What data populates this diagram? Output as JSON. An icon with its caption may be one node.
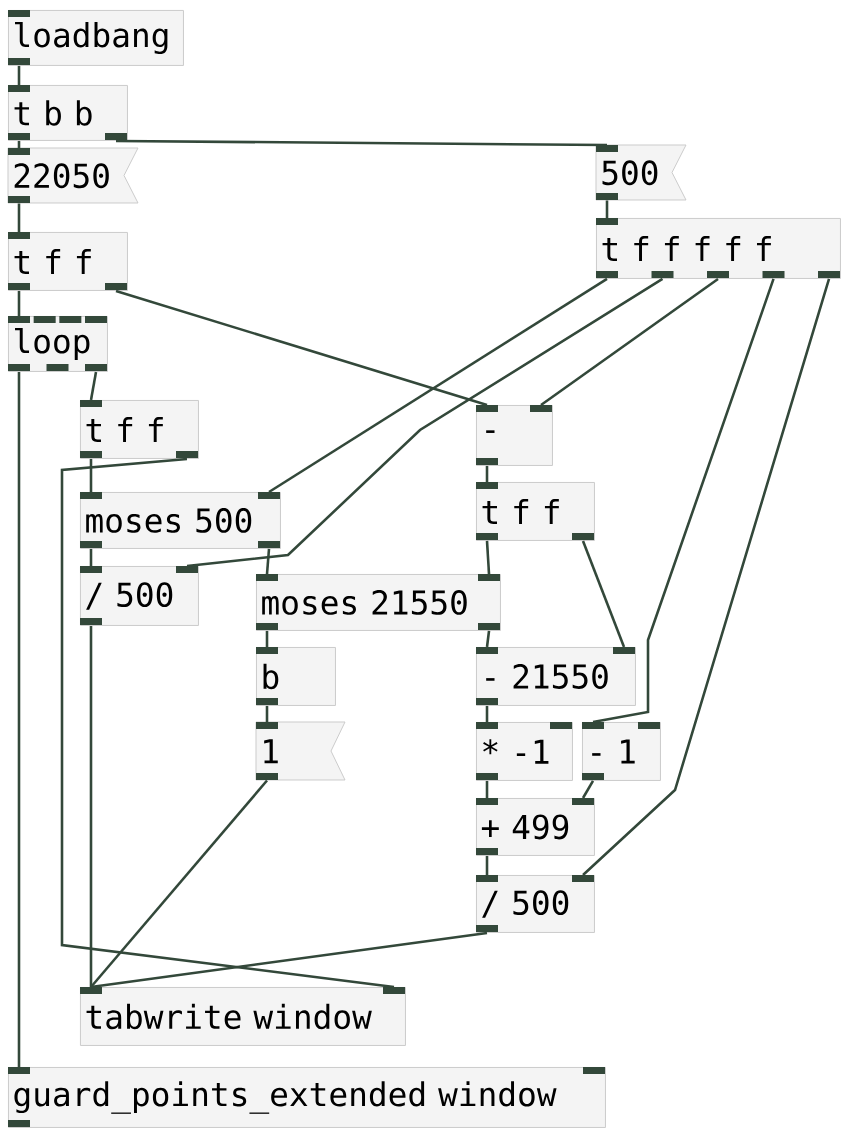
{
  "diagram": {
    "nodes": [
      {
        "text": [
          "loadbang"
        ]
      },
      {
        "text": [
          "t b b"
        ]
      },
      {
        "text": [
          "22050"
        ]
      },
      {
        "text": [
          "t f f"
        ]
      },
      {
        "text": [
          "loop"
        ]
      },
      {
        "text": [
          "500"
        ]
      },
      {
        "text": [
          "t f f f f f"
        ]
      },
      {
        "text": [
          "t f f"
        ]
      },
      {
        "text": [
          "moses 500"
        ]
      },
      {
        "text": [
          "/ 500"
        ]
      },
      {
        "text": [
          "moses 21550"
        ]
      },
      {
        "text": [
          "b"
        ]
      },
      {
        "text": [
          "1"
        ]
      },
      {
        "text": [
          "-"
        ]
      },
      {
        "text": [
          "t f f"
        ]
      },
      {
        "text": [
          "- 21550"
        ]
      },
      {
        "text": [
          "* -1"
        ]
      },
      {
        "text": [
          "- 1"
        ]
      },
      {
        "text": [
          "+ 499"
        ]
      },
      {
        "text": [
          "/ 500"
        ]
      },
      {
        "text": [
          "tabwrite window"
        ]
      },
      {
        "text": [
          "guard_points_extended window"
        ]
      }
    ],
    "edges": [
      {
        "from": 0,
        "to": 1,
        "arrow": "none"
      },
      {
        "from": 1,
        "to": 2,
        "arrow": "none"
      },
      {
        "from": 1,
        "to": 5,
        "arrow": "none"
      },
      {
        "from": 2,
        "to": 3,
        "arrow": "none"
      },
      {
        "from": 5,
        "to": 6,
        "arrow": "none"
      },
      {
        "from": 3,
        "to": 4,
        "arrow": "none"
      },
      {
        "from": 3,
        "to": 13,
        "arrow": "none"
      },
      {
        "from": 4,
        "to": 7,
        "arrow": "none"
      },
      {
        "from": 4,
        "to": 21,
        "arrow": "none"
      },
      {
        "from": 6,
        "to": 8,
        "arrow": "none"
      },
      {
        "from": 6,
        "to": 9,
        "arrow": "none"
      },
      {
        "from": 6,
        "to": 13,
        "arrow": "none"
      },
      {
        "from": 6,
        "to": 17,
        "arrow": "none"
      },
      {
        "from": 6,
        "to": 19,
        "arrow": "none"
      },
      {
        "from": 7,
        "to": 8,
        "arrow": "none"
      },
      {
        "from": 7,
        "to": 20,
        "arrow": "none"
      },
      {
        "from": 8,
        "to": 9,
        "arrow": "none"
      },
      {
        "from": 8,
        "to": 10,
        "arrow": "none"
      },
      {
        "from": 9,
        "to": 20,
        "arrow": "none"
      },
      {
        "from": 10,
        "to": 11,
        "arrow": "none"
      },
      {
        "from": 10,
        "to": 15,
        "arrow": "none"
      },
      {
        "from": 13,
        "to": 14,
        "arrow": "none"
      },
      {
        "from": 14,
        "to": 10,
        "arrow": "none"
      },
      {
        "from": 14,
        "to": 15,
        "arrow": "none"
      },
      {
        "from": 11,
        "to": 12,
        "arrow": "none"
      },
      {
        "from": 12,
        "to": 20,
        "arrow": "none"
      },
      {
        "from": 15,
        "to": 16,
        "arrow": "none"
      },
      {
        "from": 16,
        "to": 18,
        "arrow": "none"
      },
      {
        "from": 17,
        "to": 18,
        "arrow": "none"
      },
      {
        "from": 18,
        "to": 19,
        "arrow": "none"
      },
      {
        "from": 19,
        "to": 20,
        "arrow": "none"
      }
    ]
  }
}
